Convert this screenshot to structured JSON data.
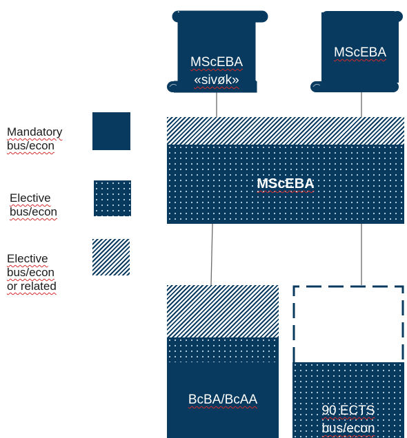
{
  "colors": {
    "navy": "#073a5e",
    "connector": "#6a6a6a"
  },
  "legend": [
    {
      "label": "Mandatory\nbus/econ",
      "kind": "solid"
    },
    {
      "label": "Elective\nbus/econ",
      "kind": "dotted"
    },
    {
      "label": "Elective\nbus/econ\nor related",
      "kind": "hatched"
    }
  ],
  "scrolls": [
    {
      "label": "MScEBA\n«sivøk»"
    },
    {
      "label": "MScEBA"
    }
  ],
  "main_block": {
    "label": "MScEBA"
  },
  "bottom_left": {
    "label": "BcBA/BcAA"
  },
  "bottom_right": {
    "label": "90 ECTS\nbus/econ"
  }
}
